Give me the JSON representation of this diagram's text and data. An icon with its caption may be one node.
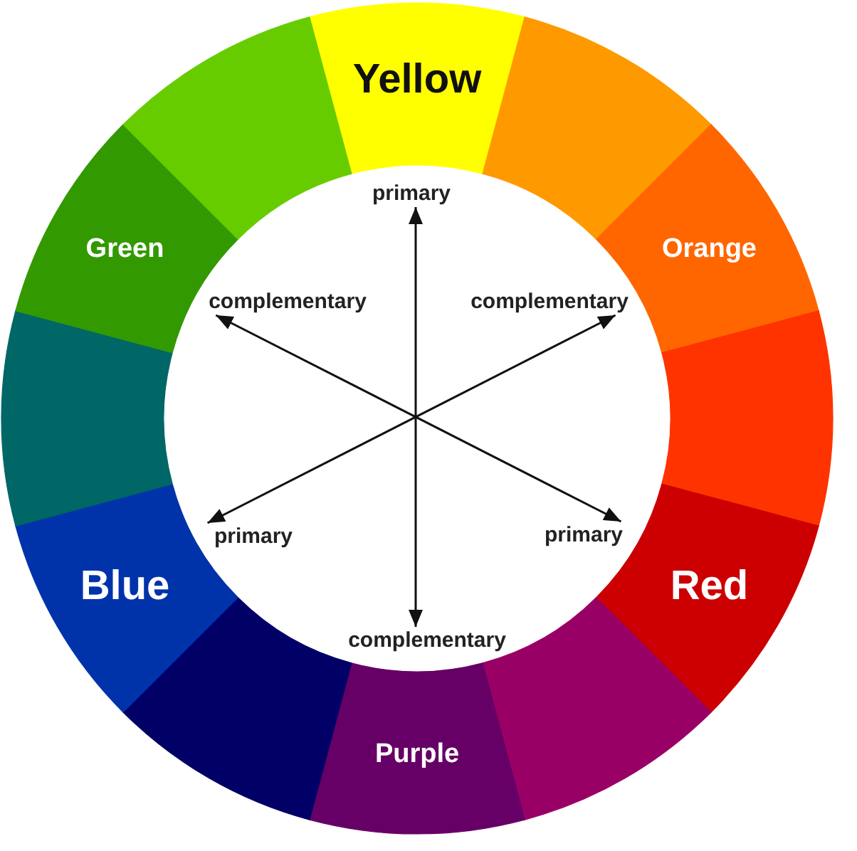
{
  "diagram": {
    "nodes": [
      {
        "text": [
          "Yellow"
        ]
      },
      {
        "text": [],
        "shape": "wedge"
      },
      {
        "text": [
          "Orange"
        ]
      },
      {
        "text": [],
        "shape": "wedge"
      },
      {
        "text": [
          "Red"
        ]
      },
      {
        "text": [],
        "shape": "wedge"
      },
      {
        "text": [
          "Purple"
        ]
      },
      {
        "text": [],
        "shape": "wedge"
      },
      {
        "text": [
          "Blue"
        ]
      },
      {
        "text": [],
        "shape": "wedge"
      },
      {
        "text": [
          "Green"
        ]
      },
      {
        "text": [],
        "shape": "wedge"
      },
      {
        "text": [
          "primary"
        ]
      },
      {
        "text": [
          "complementary"
        ]
      },
      {
        "text": [
          "complementary"
        ]
      },
      {
        "text": [
          "primary"
        ]
      },
      {
        "text": [
          "primary"
        ]
      },
      {
        "text": [
          "complementary"
        ]
      }
    ],
    "edges": [
      {
        "from": 12,
        "to": 17,
        "arrow": "both"
      },
      {
        "from": 14,
        "to": 15,
        "arrow": "both"
      },
      {
        "from": 13,
        "to": 16,
        "arrow": "both"
      }
    ]
  }
}
